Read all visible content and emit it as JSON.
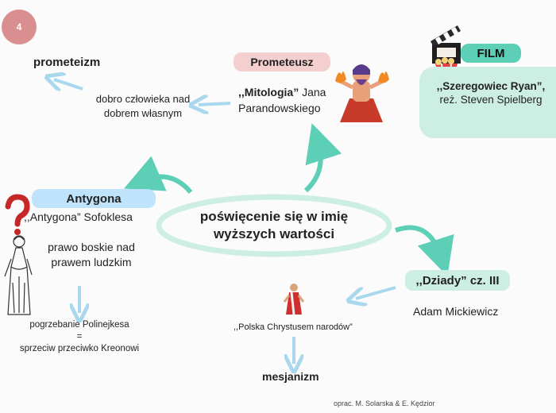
{
  "page_number": "4",
  "prometeizm": "prometeizm",
  "dobro_line1": "dobro człowieka nad",
  "dobro_line2": "dobrem własnym",
  "prometeusz": "Prometeusz",
  "mitologia_title": ",,Mitologia”",
  "mitologia_author1": "Jana",
  "mitologia_author2": "Parandowskiego",
  "film_label": "FILM",
  "film_title": ",,Szeregowiec Ryan”,",
  "film_director": "reż. Steven Spielberg",
  "antygona": "Antygona",
  "antygona_book": ",,Antygona” Sofoklesa",
  "prawo_line1": "prawo boskie nad",
  "prawo_line2": "prawem ludzkim",
  "center_line1": "poświęcenie się w imię",
  "center_line2": "wyższych wartości",
  "pogrzeb_line1": "pogrzebanie Polinejkesa",
  "pogrzeb_eq": "=",
  "pogrzeb_line2": "sprzeciw przeciwko Kreonowi",
  "dziady": ",,Dziady” cz. III",
  "mickiewicz": "Adam Mickiewicz",
  "polska": ",,Polska Chrystusem narodów”",
  "mesjanizm": "mesjanizm",
  "credits": "oprac. M. Solarska & E. Kędzior",
  "colors": {
    "pink": "#f4cfcf",
    "blue": "#bfe3fb",
    "mint": "#cdeee3",
    "teal": "#5ecfb7",
    "lightblue": "#a9d8ee",
    "badge": "#d98f8f"
  }
}
